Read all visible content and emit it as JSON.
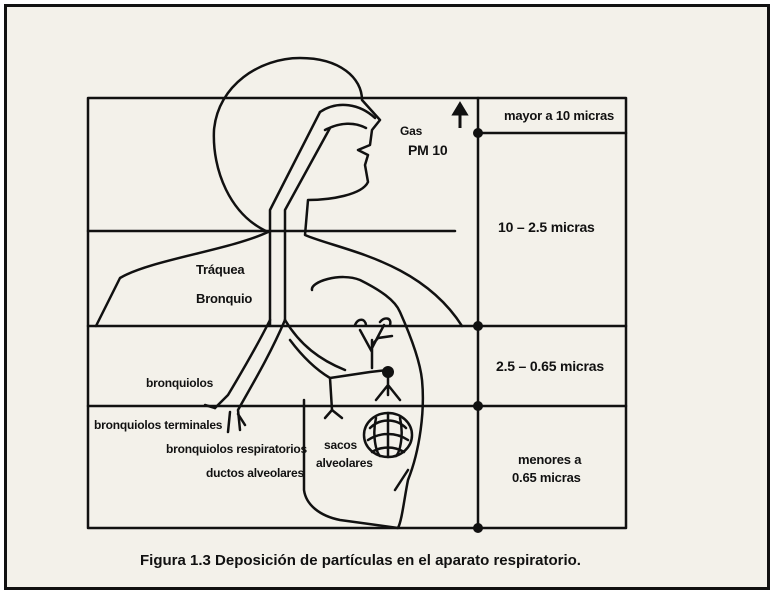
{
  "labels": {
    "gas": "Gas",
    "pm10": "PM 10",
    "larynx": "Tráquea",
    "bronchi": "Bronquio",
    "bronchioles": "bronquiolos",
    "terminal_bronchioles": "bronquiolos terminales",
    "respiratory_bronchioles": "bronquiolos respiratorios",
    "alveolar_ducts": "ductos alveolares",
    "alveolar_sacs_line1": "sacos",
    "alveolar_sacs_line2": "alveolares"
  },
  "size_bands": {
    "band1": "mayor a 10 micras",
    "band2": "10 – 2.5 micras",
    "band3": "2.5 – 0.65 micras",
    "band4_line1": "menores a",
    "band4_line2": "0.65 micras"
  },
  "caption": "Figura 1.3 Deposición de partículas en el aparato respiratorio.",
  "colors": {
    "ink": "#111111",
    "paper": "#f3f1ea"
  }
}
